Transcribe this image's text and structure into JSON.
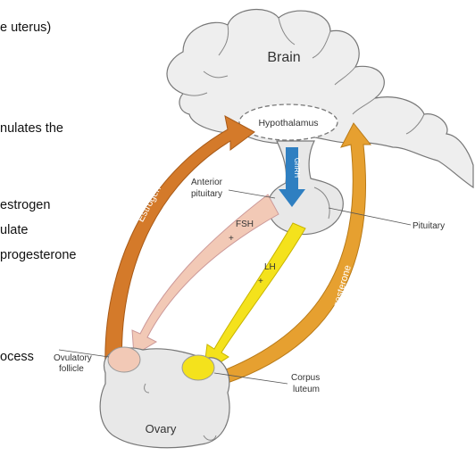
{
  "document_fragments": [
    "e uterus)",
    "nulates the",
    "estrogen",
    "ulate",
    "progesterone",
    "ocess"
  ],
  "diagram": {
    "brain": "Brain",
    "hypothalamus": "Hypothalamus",
    "gnrh": "GnRH",
    "anterior_pituitary_1": "Anterior",
    "anterior_pituitary_2": "pituitary",
    "pituitary": "Pituitary",
    "fsh": "FSH",
    "lh": "LH",
    "plus_fsh": "+",
    "plus_lh": "+",
    "estrogen": "Estrogen",
    "progesterone": "Progesterone",
    "ovulatory_1": "Ovulatory",
    "ovulatory_2": "follicle",
    "corpus_1": "Corpus",
    "corpus_2": "luteum",
    "ovary": "Ovary"
  },
  "colors": {
    "estrogen": "#d47a2a",
    "progesterone": "#e6a030",
    "fsh": "#f2c9b6",
    "lh": "#f4e21c",
    "gnrh": "#2f7fc1",
    "brain_fill": "#eeeeee",
    "follicle": "#f2c9b6",
    "corpus": "#f4e21c"
  }
}
